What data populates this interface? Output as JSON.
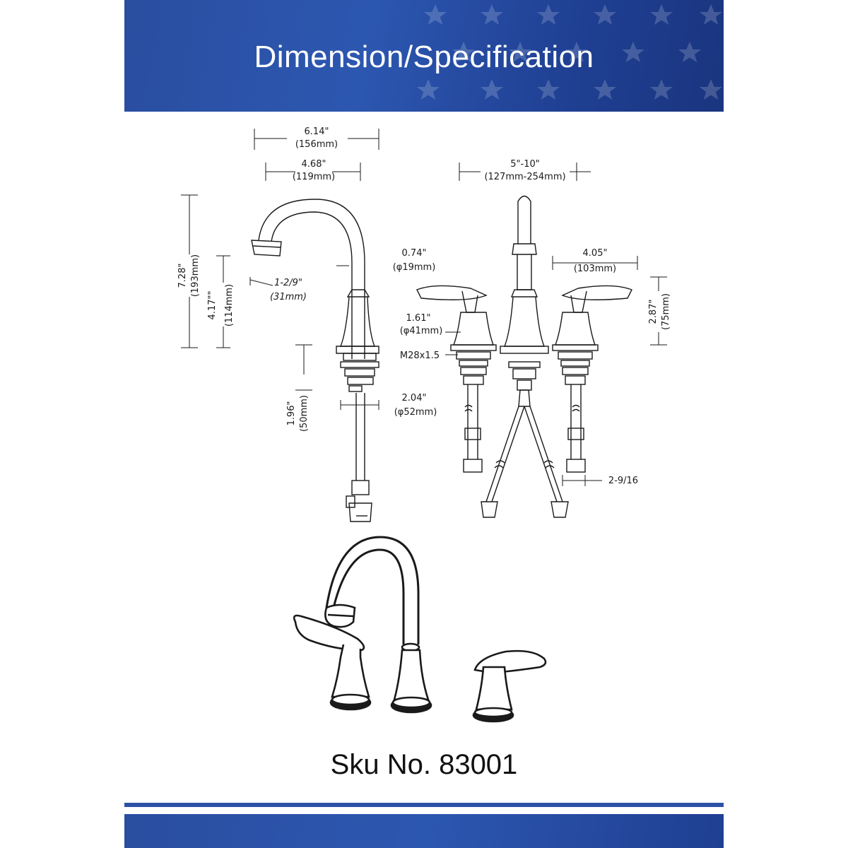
{
  "header": {
    "title": "Dimension/Specification"
  },
  "dimensions": {
    "overall_reach": {
      "inch": "6.14\"",
      "mm": "(156mm)"
    },
    "spout_reach": {
      "inch": "4.68\"",
      "mm": "(119mm)"
    },
    "spread": {
      "inch": "5\"-10\"",
      "mm": "(127mm-254mm)"
    },
    "total_height": {
      "inch": "7.28\"",
      "mm": "(193mm)"
    },
    "spout_height": {
      "inch": "4.17\"\"",
      "mm": "(114mm)"
    },
    "aerator": {
      "inch": "1-2/9\"",
      "mm": "(31mm)"
    },
    "spout_diameter": {
      "inch": "0.74\"",
      "mm": "(φ19mm)"
    },
    "handle_reach": {
      "inch": "4.05\"",
      "mm": "(103mm)"
    },
    "handle_base": {
      "inch": "1.61\"",
      "mm": "(φ41mm)"
    },
    "thread": "M28x1.5",
    "handle_height": {
      "inch": "2.87\"",
      "mm": "(75mm)"
    },
    "shank_length": {
      "inch": "1.96\"",
      "mm": "(50mm)"
    },
    "base_diameter": {
      "inch": "2.04\"",
      "mm": "(φ52mm)"
    },
    "hose_connector": "2-9/16"
  },
  "product": {
    "sku": "Sku No. 83001"
  },
  "colors": {
    "banner": "#2c57b0",
    "line": "#1a1a1a"
  }
}
